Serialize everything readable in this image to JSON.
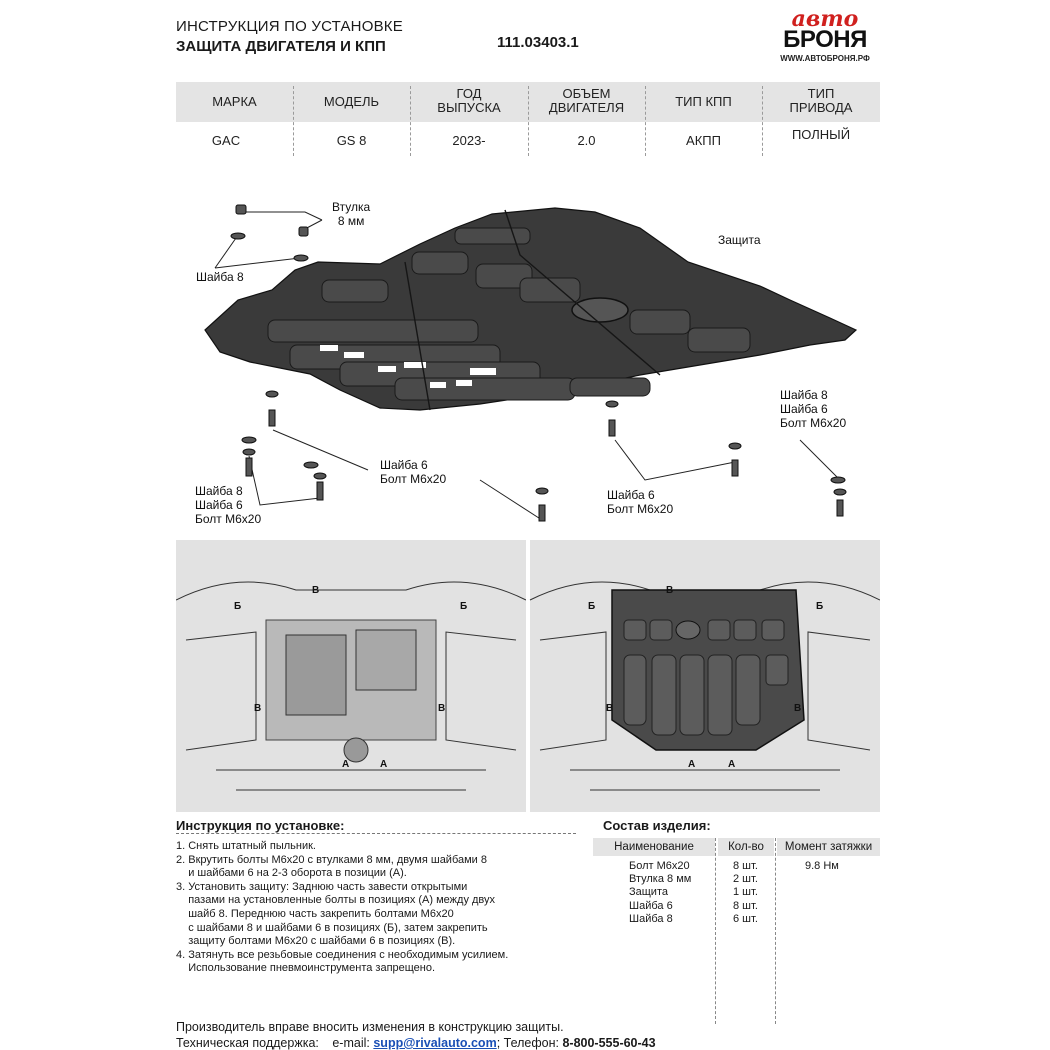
{
  "header": {
    "line1": "ИНСТРУКЦИЯ ПО УСТАНОВКЕ",
    "line2": "ЗАЩИТА ДВИГАТЕЛЯ И КПП",
    "code": "111.03403.1"
  },
  "logo": {
    "top": "авто",
    "main": "БРОНЯ",
    "site": "WWW.АВТОБРОНЯ.РФ"
  },
  "spec": {
    "headers": [
      "МАРКА",
      "МОДЕЛЬ",
      "ГОД\nВЫПУСКА",
      "ОБЪЕМ\nДВИГАТЕЛЯ",
      "ТИП КПП",
      "ТИП\nПРИВОДА"
    ],
    "values": [
      "GAC",
      "GS 8",
      "2023-",
      "2.0",
      "АКПП",
      "ПОЛНЫЙ"
    ]
  },
  "diagram_labels": {
    "bushing": "Втулка\n8 мм",
    "washer8": "Шайба 8",
    "guard": "Защита",
    "left_set": "Шайба 8\nШайба 6\nБолт М6х20",
    "mid_set": "Шайба 6\nБолт М6х20",
    "right_mid_set": "Шайба 6\nБолт М6х20",
    "right_set": "Шайба 8\nШайба 6\nБолт М6х20"
  },
  "photo_markers": {
    "a": "А",
    "b": "Б",
    "v": "В"
  },
  "instructions": {
    "title": "Инструкция по установке:",
    "lines": [
      "1. Снять штатный пыльник.",
      "2. Вкрутить болты М6х20 с втулками 8 мм, двумя шайбами 8",
      "    и шайбами 6 на 2-3 оборота в позиции (А).",
      "3. Установить защиту: Заднюю часть завести открытыми",
      "    пазами на установленные болты в позициях (А) между двух",
      "    шайб 8. Переднюю часть закрепить болтами М6х20",
      "    с шайбами 8 и шайбами 6 в позициях (Б), затем закрепить",
      "    защиту болтами М6х20 с шайбами 6 в позициях (В).",
      "4. Затянуть все резьбовые соединения с необходимым усилием.",
      "    Использование пневмоинструмента запрещено."
    ]
  },
  "composition": {
    "title": "Состав изделия:",
    "col_name": "Наименование",
    "col_qty": "Кол-во",
    "col_torque": "Момент затяжки",
    "items": [
      {
        "name": "Болт М6х20",
        "qty": "8 шт."
      },
      {
        "name": "Втулка 8 мм",
        "qty": "2 шт."
      },
      {
        "name": "Защита",
        "qty": "1 шт."
      },
      {
        "name": "Шайба 6",
        "qty": "8 шт."
      },
      {
        "name": "Шайба 8",
        "qty": "6 шт."
      }
    ],
    "torque": "9.8 Нм"
  },
  "footer": {
    "note": "Производитель вправе вносить изменения в конструкцию защиты.",
    "support_label": "Техническая поддержка:",
    "email_label": "e-mail:",
    "email": "supp@rivalauto.com",
    "phone_label": "; Телефон:",
    "phone": "8-800-555-60-43"
  },
  "colors": {
    "guard_fill": "#3a3a3a",
    "header_bg": "#e4e4e4",
    "logo_red": "#d0201e",
    "link_blue": "#1a4fb5"
  }
}
